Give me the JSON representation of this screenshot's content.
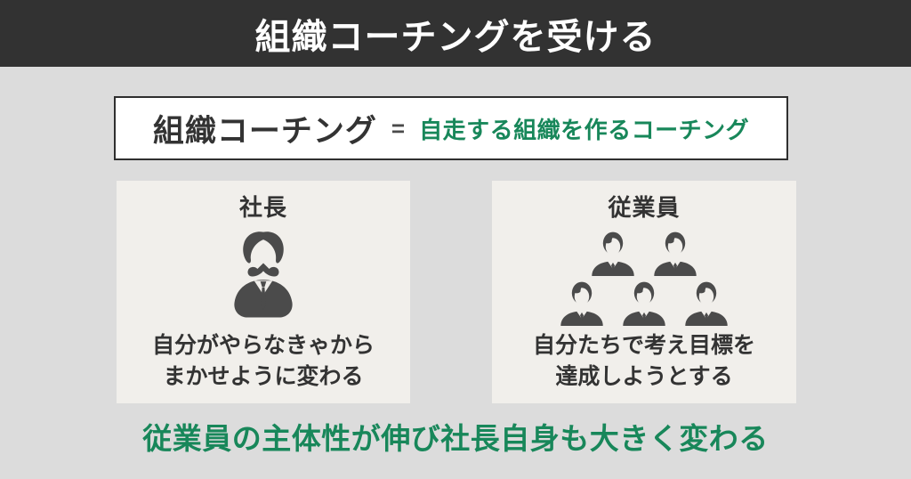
{
  "header": {
    "title": "組織コーチングを受ける"
  },
  "definition": {
    "term": "組織コーチング",
    "equals": "=",
    "meaning": "自走する組織を作るコーチング"
  },
  "cards": {
    "president": {
      "title": "社長",
      "icon": "president-icon",
      "line1": "自分がやらなきゃから",
      "line2": "まかせように変わる"
    },
    "employees": {
      "title": "従業員",
      "icon": "employee-icon",
      "icon_count_top_row": 2,
      "icon_count_bottom_row": 3,
      "line1": "自分たちで考え目標を",
      "line2": "達成しようとする"
    }
  },
  "conclusion": {
    "message": "従業員の主体性が伸び社長自身も大きく変わる"
  },
  "colors": {
    "page_bg": "#dcdcdc",
    "bar": "#323232",
    "bar_text": "#ffffff",
    "card_bg": "#f1efeb",
    "text_dark": "#333333",
    "icon": "#4b4b4b",
    "green": "#18875a",
    "box_border": "#2f2f2f"
  }
}
